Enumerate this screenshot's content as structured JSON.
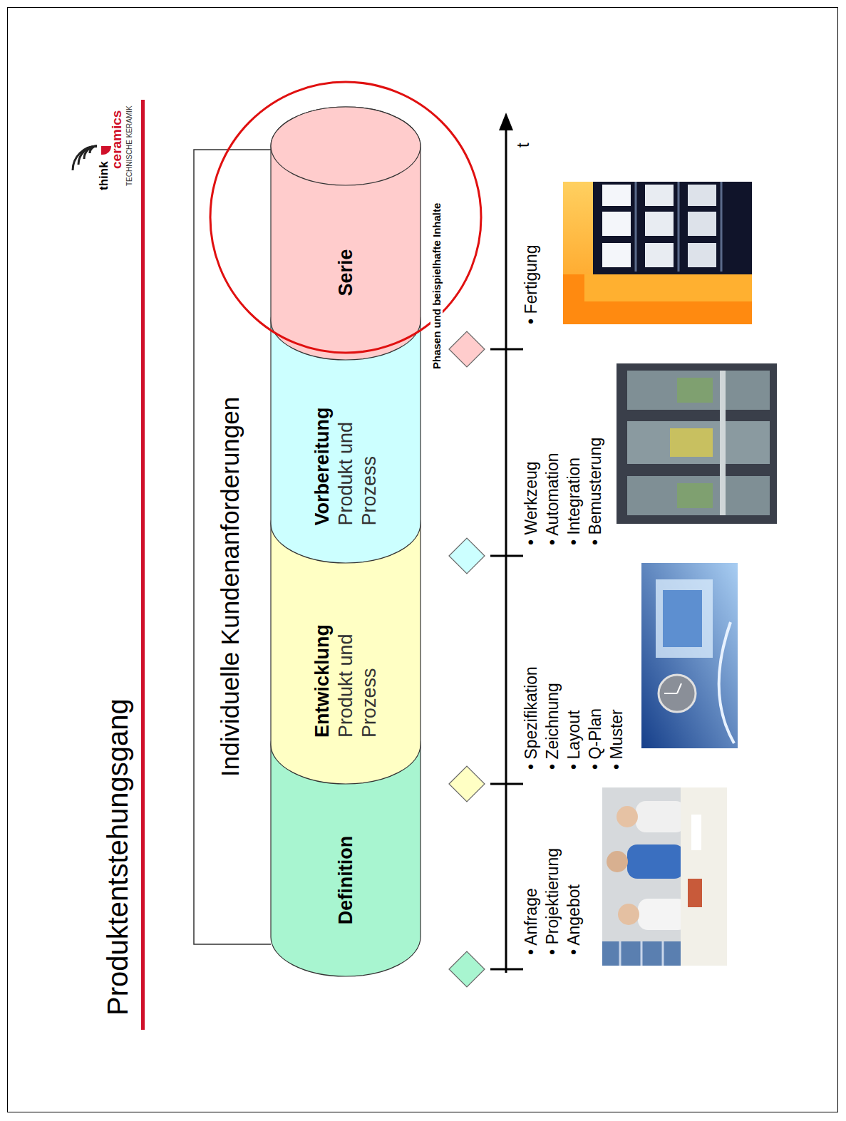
{
  "diagram": {
    "title": "Produktentstehungsgang",
    "nodes": [
      {
        "text": [
          "Definition"
        ]
      },
      {
        "text": [
          "Entwicklung",
          "Produkt und Prozess"
        ]
      },
      {
        "text": [
          "Vorbereitung",
          "Produkt und Prozess"
        ]
      },
      {
        "text": [
          "Serie"
        ]
      }
    ],
    "labels": [
      "Individuelle Kundenanforderungen",
      "Phasen und beispielhafte Inhalte",
      "t",
      "• Anfrage",
      "• Projektierung",
      "• Angebot",
      "• Spezifikation",
      "• Zeichnung",
      "• Layout",
      "• Q-Plan",
      "• Muster",
      "• Werkzeug",
      "• Automation",
      "• Integration",
      "• Bemusterung",
      "• Fertigung",
      "think",
      "ceramics",
      "TECHNISCHE KERAMIK"
    ]
  }
}
